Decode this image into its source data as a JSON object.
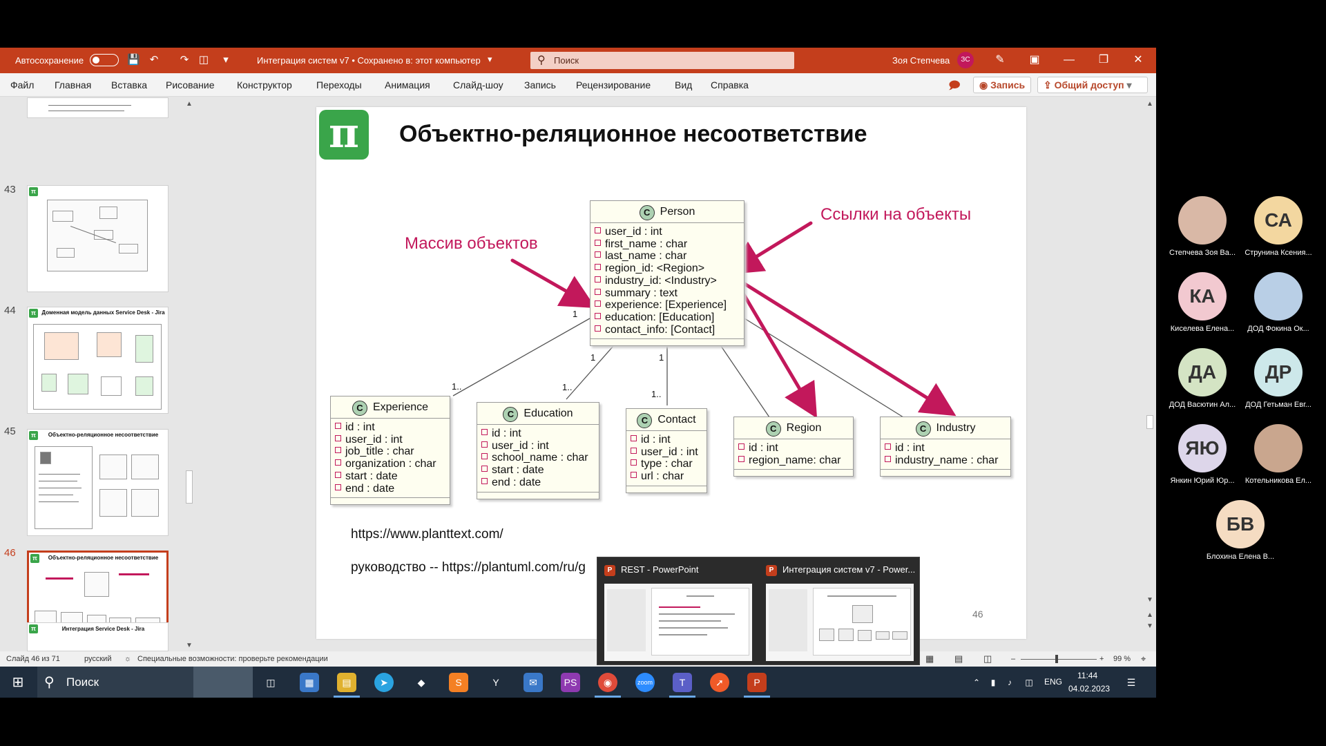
{
  "titlebar": {
    "autosave_label": "Автосохранение",
    "doc_title": "Интеграция систем v7 • Сохранено в: этот компьютер",
    "search_placeholder": "Поиск",
    "user_name": "Зоя Степчева",
    "user_initials": "ЗС"
  },
  "ribbon": {
    "tabs": [
      "Файл",
      "Главная",
      "Вставка",
      "Рисование",
      "Конструктор",
      "Переходы",
      "Анимация",
      "Слайд-шоу",
      "Запись",
      "Рецензирование",
      "Вид",
      "Справка"
    ],
    "record_label": "Запись",
    "share_label": "Общий доступ"
  },
  "thumbnails": [
    {
      "number": "43",
      "title": ""
    },
    {
      "number": "44",
      "title": "Доменная модель данных Service Desk - Jira"
    },
    {
      "number": "45",
      "title": "Объектно-реляционное несоответствие"
    },
    {
      "number": "46",
      "title": "Объектно-реляционное несоответствие"
    },
    {
      "number": "47",
      "title": "Интеграция Service Desk - Jira"
    }
  ],
  "slide": {
    "title": "Объектно-реляционное несоответствие",
    "annotation_left": "Массив объектов",
    "annotation_right": "Ссылки на объекты",
    "link1": "https://www.planttext.com/",
    "link2": "руководство -- https://plantuml.com/ru/g",
    "page_number": "46",
    "classes": {
      "person": {
        "name": "Person",
        "fields": [
          "user_id : int",
          "first_name : char",
          "last_name : char",
          "region_id: <Region>",
          "industry_id: <Industry>",
          "summary : text",
          "experience: [Experience]",
          "education: [Education]",
          "contact_info: [Contact]"
        ]
      },
      "experience": {
        "name": "Experience",
        "fields": [
          "id : int",
          "user_id : int",
          "job_title : char",
          "organization : char",
          "start : date",
          "end : date"
        ]
      },
      "education": {
        "name": "Education",
        "fields": [
          "id : int",
          "user_id : int",
          "school_name : char",
          "start : date",
          "end : date"
        ]
      },
      "contact": {
        "name": "Contact",
        "fields": [
          "id : int",
          "user_id : int",
          "type : char",
          "url : char"
        ]
      },
      "region": {
        "name": "Region",
        "fields": [
          "id : int",
          "region_name: char"
        ]
      },
      "industry": {
        "name": "Industry",
        "fields": [
          "id : int",
          "industry_name : char"
        ]
      }
    },
    "class_glyph": "C",
    "multiplicities": {
      "m1": "1",
      "m1dots": "1..",
      "m2": "1",
      "m2dots": "1..",
      "m3": "1",
      "m3dots": "1.."
    }
  },
  "status": {
    "slide_counter": "Слайд 46 из 71",
    "language": "русский",
    "accessibility": "Специальные возможности: проверьте рекомендации",
    "zoom": "99 %"
  },
  "popup": {
    "card1": "REST - PowerPoint",
    "card2": "Интеграция систем v7 - Power..."
  },
  "taskbar": {
    "search_label": "Поиск",
    "lang": "ENG",
    "time": "11:44",
    "date": "04.02.2023"
  },
  "participants": [
    {
      "name": "Степчева Зоя Ва...",
      "initials": "",
      "color": "#d9b8a6"
    },
    {
      "name": "Струнина Ксения...",
      "initials": "СА",
      "color": "#f3d7a0"
    },
    {
      "name": "Киселева Елена...",
      "initials": "КА",
      "color": "#f2c9d0"
    },
    {
      "name": "ДОД Фокина Ок...",
      "initials": "",
      "color": "#b9cfe6"
    },
    {
      "name": "ДОД Васютин Ал...",
      "initials": "ДА",
      "color": "#d4e4c4"
    },
    {
      "name": "ДОД Гетьман Евг...",
      "initials": "ДР",
      "color": "#cde8ea"
    },
    {
      "name": "Янкин Юрий Юр...",
      "initials": "ЯЮ",
      "color": "#ddd6ea"
    },
    {
      "name": "Котельникова Ел...",
      "initials": "",
      "color": "#c9a68e"
    },
    {
      "name": "Блохина Елена В...",
      "initials": "БВ",
      "color": "#f5dcc2"
    }
  ],
  "colors": {
    "accent": "#c43e1c",
    "annotation": "#c2185b",
    "logo": "#3aa54a"
  }
}
